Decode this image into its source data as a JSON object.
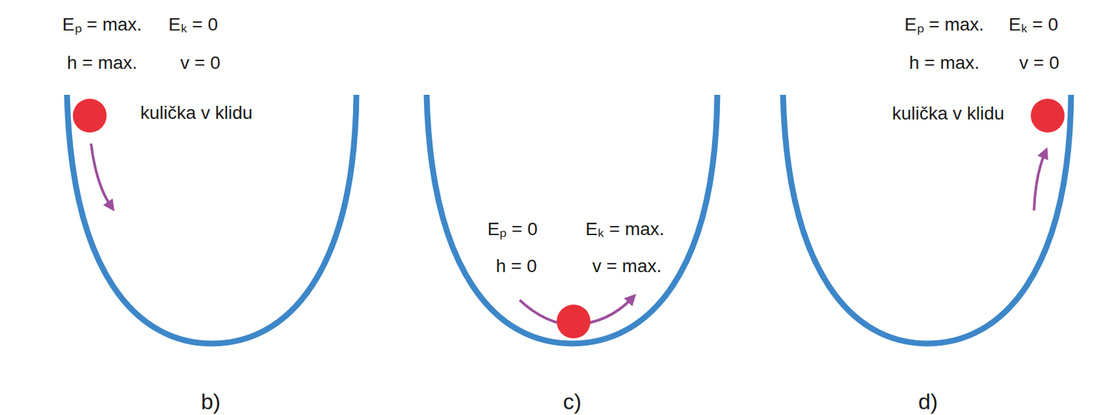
{
  "diagram": {
    "labels": [
      "Eₚ = max.",
      "Eₖ = 0",
      "h = max.",
      "v = 0",
      "kulička v klidu",
      "b)",
      "Eₚ = 0",
      "h = 0",
      "Eₖ = max.",
      "v = max.",
      "c)",
      "Eₚ = max.",
      "Eₖ = 0",
      "h = max.",
      "v = 0",
      "kulička v klidu",
      "d)"
    ]
  }
}
